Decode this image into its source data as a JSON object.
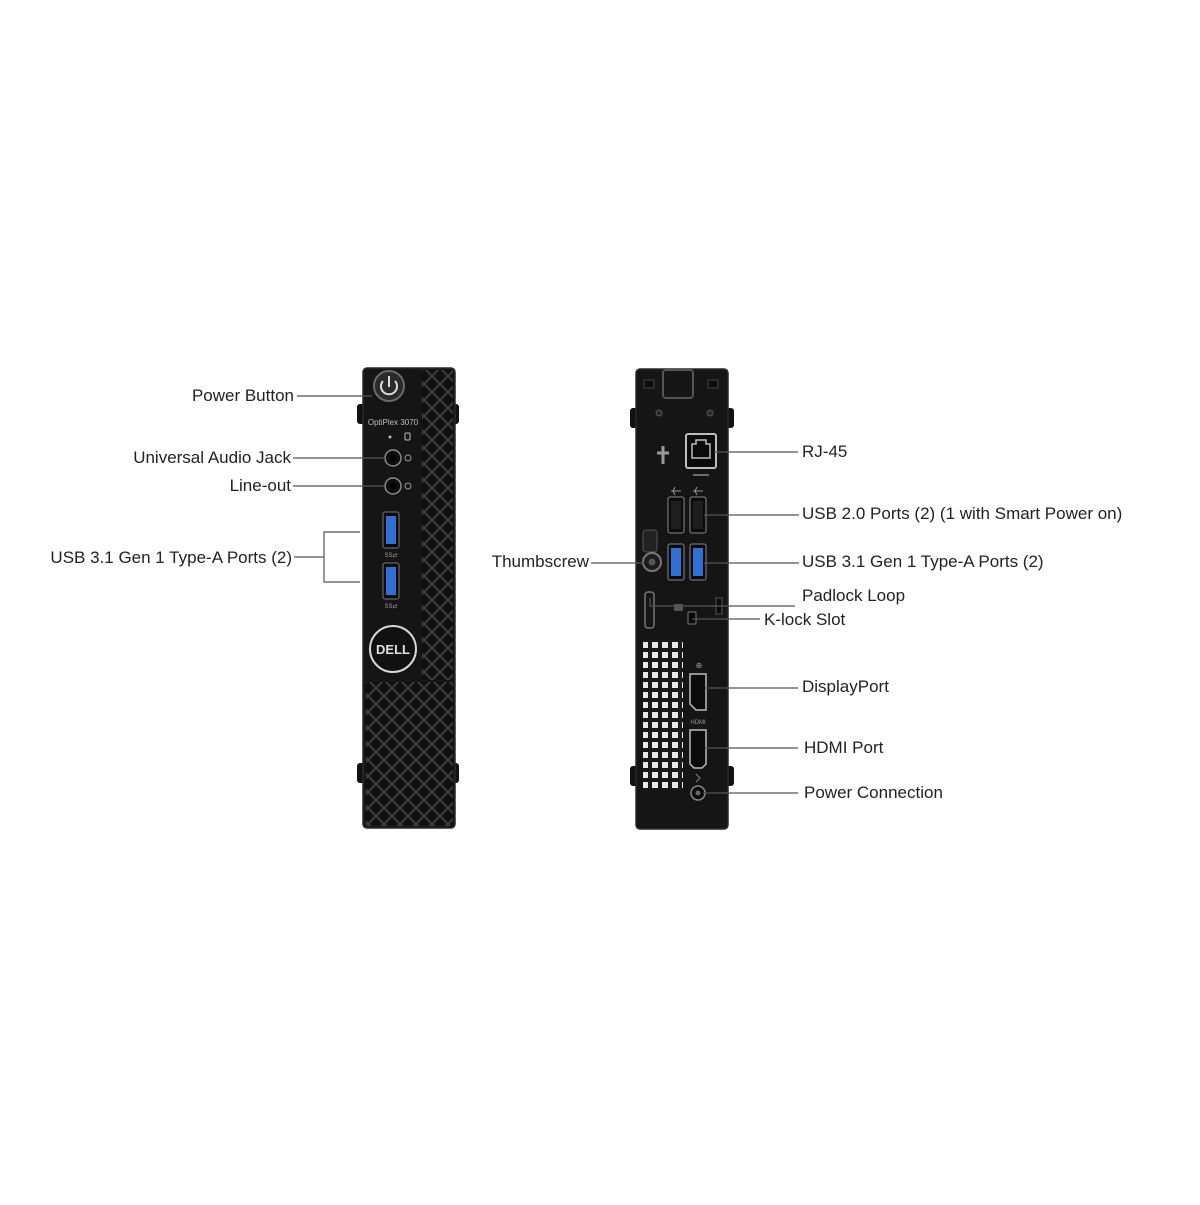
{
  "front_unit": {
    "model_text": "OptiPlex 3070",
    "logo_text": "DELL",
    "usb_mark": "SS⇄"
  },
  "rear_unit": {
    "hdmi_mark": "HDMI",
    "dp_mark": "⊕"
  },
  "front_labels": {
    "power_button": "Power Button",
    "universal_audio_jack": "Universal Audio Jack",
    "line_out": "Line-out",
    "usb31_front": "USB 3.1 Gen 1 Type-A Ports (2)"
  },
  "rear_labels": {
    "rj45": "RJ-45",
    "usb20": "USB 2.0 Ports (2)  (1 with Smart Power on)",
    "thumbscrew": "Thumbscrew",
    "usb31_rear": "USB 3.1 Gen 1 Type-A Ports (2)",
    "padlock_loop": "Padlock Loop",
    "klock_slot": "K-lock Slot",
    "displayport": "DisplayPort",
    "hdmi_port": "HDMI Port",
    "power_connection": "Power Connection"
  },
  "colors": {
    "chassis": "#151515",
    "chassis_edge": "#2a2a2a",
    "usb_blue": "#2f6fd6",
    "leader_line": "#555555",
    "text": "#222222"
  }
}
